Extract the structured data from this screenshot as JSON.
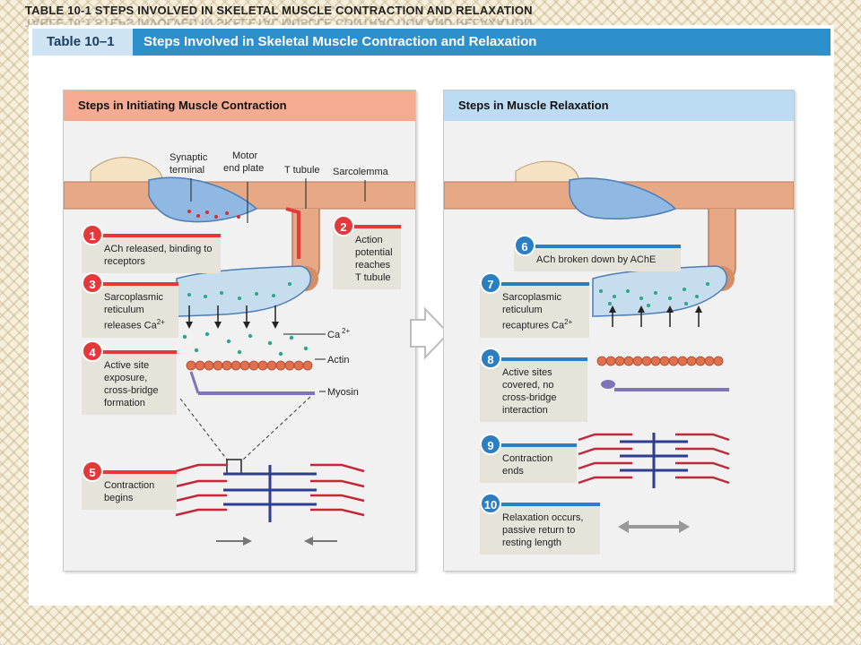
{
  "slide": {
    "title": "TABLE 10-1 STEPS INVOLVED IN SKELETAL MUSCLE CONTRACTION AND RELAXATION"
  },
  "table": {
    "number": "Table 10–1",
    "title": "Steps Involved in Skeletal Muscle Contraction and Relaxation"
  },
  "left_panel": {
    "heading": "Steps in Initiating Muscle Contraction",
    "labels": {
      "synaptic_terminal_1": "Synaptic",
      "synaptic_terminal_2": "terminal",
      "motor_end_plate_1": "Motor",
      "motor_end_plate_2": "end plate",
      "t_tubule": "T tubule",
      "sarcolemma": "Sarcolemma",
      "ca": "Ca",
      "ca_sup": "2+",
      "actin": "Actin",
      "myosin": "Myosin"
    },
    "steps": [
      {
        "num": "1",
        "text": "ACh released, binding to receptors"
      },
      {
        "num": "2",
        "text": "Action potential reaches T tubule"
      },
      {
        "num": "3",
        "text": "Sarcoplasmic reticulum releases Ca",
        "sup": "2+"
      },
      {
        "num": "4",
        "text": "Active site exposure, cross-bridge formation"
      },
      {
        "num": "5",
        "text": "Contraction begins"
      }
    ]
  },
  "right_panel": {
    "heading": "Steps in Muscle Relaxation",
    "steps": [
      {
        "num": "6",
        "text": "ACh broken down by AChE"
      },
      {
        "num": "7",
        "text": "Sarcoplasmic reticulum recaptures Ca",
        "sup": "2+"
      },
      {
        "num": "8",
        "text": "Active sites covered, no cross-bridge interaction"
      },
      {
        "num": "9",
        "text": "Contraction ends"
      },
      {
        "num": "10",
        "text": "Relaxation occurs, passive return to resting length"
      }
    ]
  },
  "colors": {
    "header_blue": "#2e8fcd",
    "left_heading": "#f4ab91",
    "right_heading": "#bcdcf3",
    "step_red": "#e23a3a",
    "step_blue": "#2b7fc1",
    "muscle": "#e7a886",
    "sr_blue": "#c6ddf0",
    "ca_dot": "#2aa68a",
    "actin_bead": "#e0704e",
    "myosin": "#7f74b8"
  },
  "icons": [
    "right-arrow-icon",
    "gray-double-arrow-icon"
  ]
}
